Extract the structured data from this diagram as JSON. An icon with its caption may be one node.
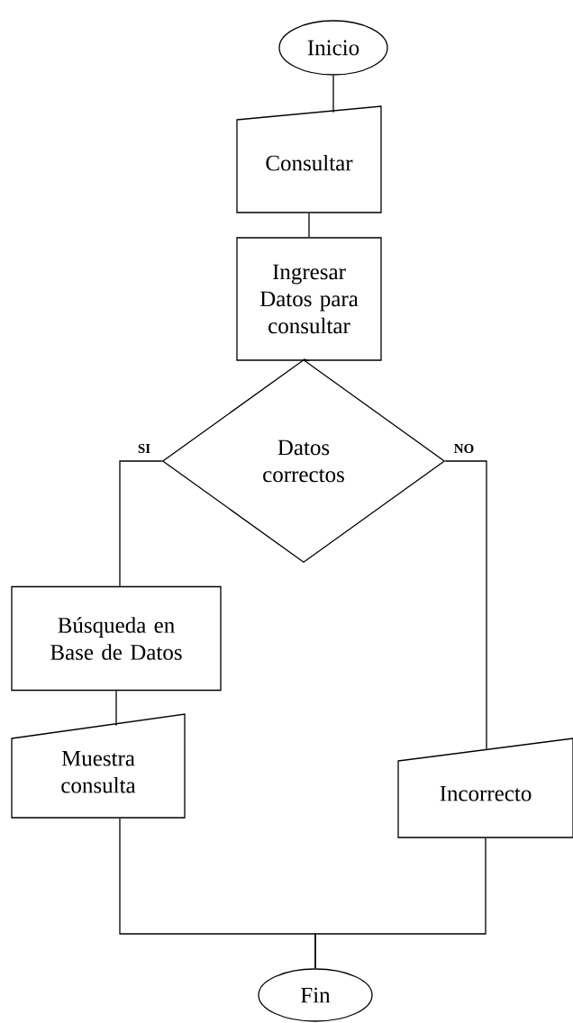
{
  "diagram": {
    "nodes": [
      {
        "text": [
          "Inicio"
        ]
      },
      {
        "text": [
          "Consultar"
        ]
      },
      {
        "text": [
          "Ingresar Datos para consultar"
        ]
      },
      {
        "text": [
          "Datos correctos"
        ]
      },
      {
        "text": [
          "Búsqueda en Base de Datos"
        ]
      },
      {
        "text": [
          "Muestra consulta"
        ]
      },
      {
        "text": [
          "Incorrecto"
        ]
      },
      {
        "text": [
          "Fin"
        ]
      }
    ],
    "edges": [
      {
        "from": 0,
        "to": 1,
        "arrow": "none"
      },
      {
        "from": 1,
        "to": 2,
        "arrow": "none"
      },
      {
        "from": 2,
        "to": 3,
        "arrow": "none"
      },
      {
        "from": 3,
        "to": 4,
        "arrow": "none",
        "label": "SI"
      },
      {
        "from": 3,
        "to": 6,
        "arrow": "none",
        "label": "NO"
      },
      {
        "from": 4,
        "to": 5,
        "arrow": "none"
      },
      {
        "from": 5,
        "to": 7,
        "arrow": "none"
      },
      {
        "from": 6,
        "to": 7,
        "arrow": "none"
      }
    ]
  }
}
